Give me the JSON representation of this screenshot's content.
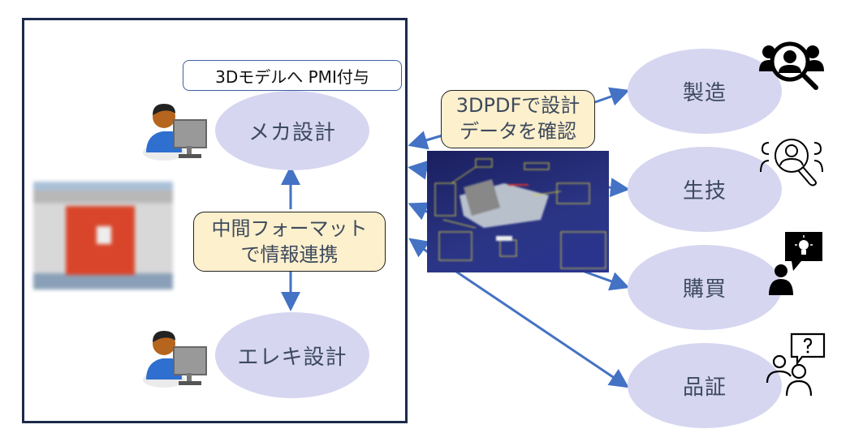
{
  "diagram": {
    "pmi_label": "3Dモデルへ PMI付与",
    "mecha_design": "メカ設計",
    "elec_design": "エレキ設計",
    "middle_note": [
      "中間フォーマット",
      "で情報連携"
    ],
    "pdf_note": [
      "3DPDFで設計",
      "データを確認"
    ],
    "departments": [
      {
        "label": "製造",
        "icon": "people-search-filled-icon"
      },
      {
        "label": "生技",
        "icon": "people-search-outline-icon"
      },
      {
        "label": "購買",
        "icon": "person-idea-icon"
      },
      {
        "label": "品証",
        "icon": "people-question-icon"
      }
    ]
  },
  "colors": {
    "ellipse": "#d6d6f1",
    "note_fill": "#fdf0cc",
    "arrow": "#4472c4",
    "frame": "#1c2b4a"
  }
}
